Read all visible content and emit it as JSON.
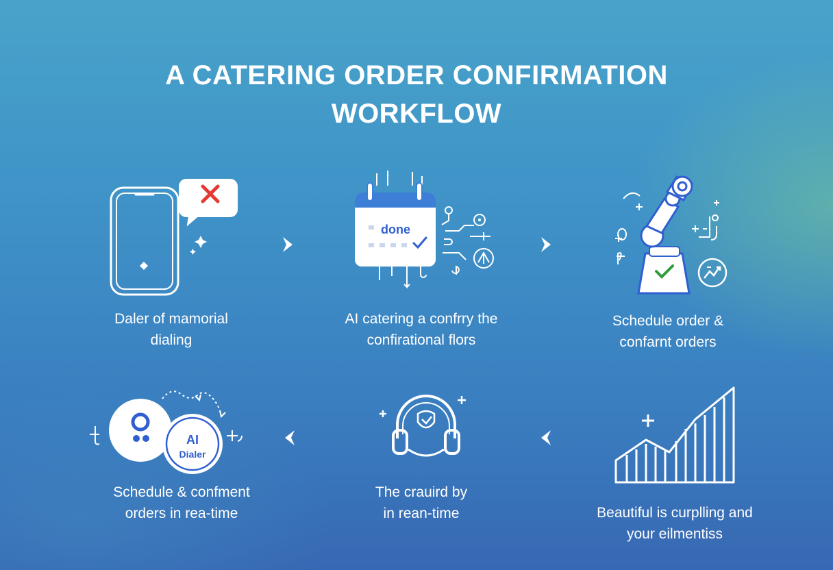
{
  "title": {
    "line1": "A CATERING ORDER CONFIRMATION",
    "line2": "WORKFLOW"
  },
  "colors": {
    "x_mark": "#e53935",
    "check": "#2e9b3e",
    "accent_blue": "#2f5fd0"
  },
  "steps": [
    {
      "icon": "smartphone-with-error-bubble-icon",
      "caption_line1": "Daler of mamorial",
      "caption_line2": "dialing"
    },
    {
      "icon": "calendar-done-icon",
      "calendar_text": "done",
      "caption_line1": "AI catering a confrry the",
      "caption_line2": "confirational flors"
    },
    {
      "icon": "robot-arm-check-icon",
      "caption_line1": "Schedule order &",
      "caption_line2": "confarnt orders"
    },
    {
      "icon": "growth-chart-icon",
      "caption_line1": "Beautiful is curplling and",
      "caption_line2": "your eilmentiss"
    },
    {
      "icon": "headset-icon",
      "caption_line1": "The crauird by",
      "caption_line2": "in rean-time"
    },
    {
      "icon": "ai-dialer-icon",
      "badge_line1": "AI",
      "badge_line2": "Dialer",
      "caption_line1": "Schedule & confment",
      "caption_line2": "orders in rea-time"
    }
  ],
  "arrows": [
    {
      "direction": "right"
    },
    {
      "direction": "right"
    },
    {
      "direction": "left"
    },
    {
      "direction": "left"
    }
  ]
}
